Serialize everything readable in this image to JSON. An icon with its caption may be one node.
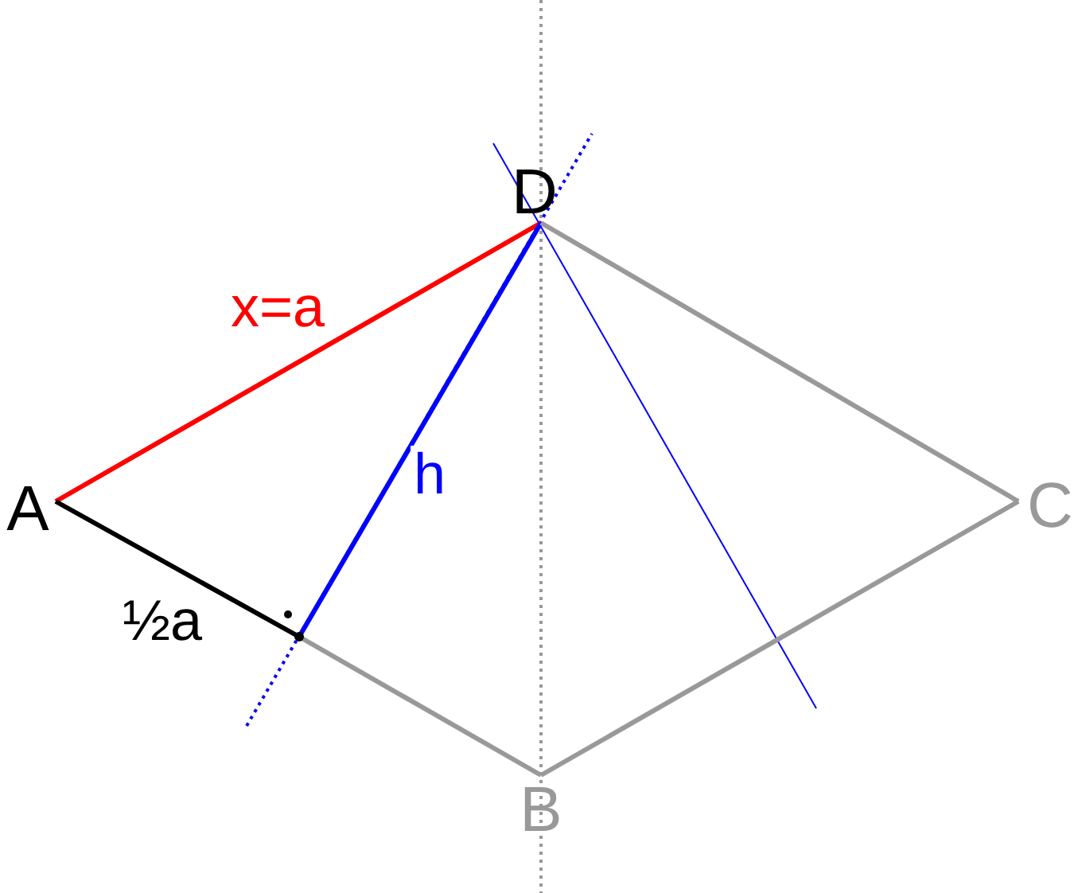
{
  "diagram": {
    "nodes": [
      {
        "text": [
          "D"
        ]
      },
      {
        "text": [
          "A"
        ]
      },
      {
        "text": [
          "C"
        ]
      },
      {
        "text": [],
        "shape": "point"
      },
      {
        "text": [
          "B"
        ]
      }
    ],
    "edges": [
      {
        "from": 1,
        "to": 0,
        "arrow": "none",
        "label": "x=a",
        "color": "#ff0000"
      },
      {
        "from": 3,
        "to": 0,
        "arrow": "none",
        "label": "h",
        "color": "#0000ff"
      },
      {
        "from": 1,
        "to": 3,
        "arrow": "none",
        "label": "½a",
        "color": "#000000"
      },
      {
        "from": 3,
        "to": 4,
        "arrow": "none"
      },
      {
        "from": 4,
        "to": 2,
        "arrow": "none"
      },
      {
        "from": 2,
        "to": 0,
        "arrow": "none"
      }
    ]
  }
}
